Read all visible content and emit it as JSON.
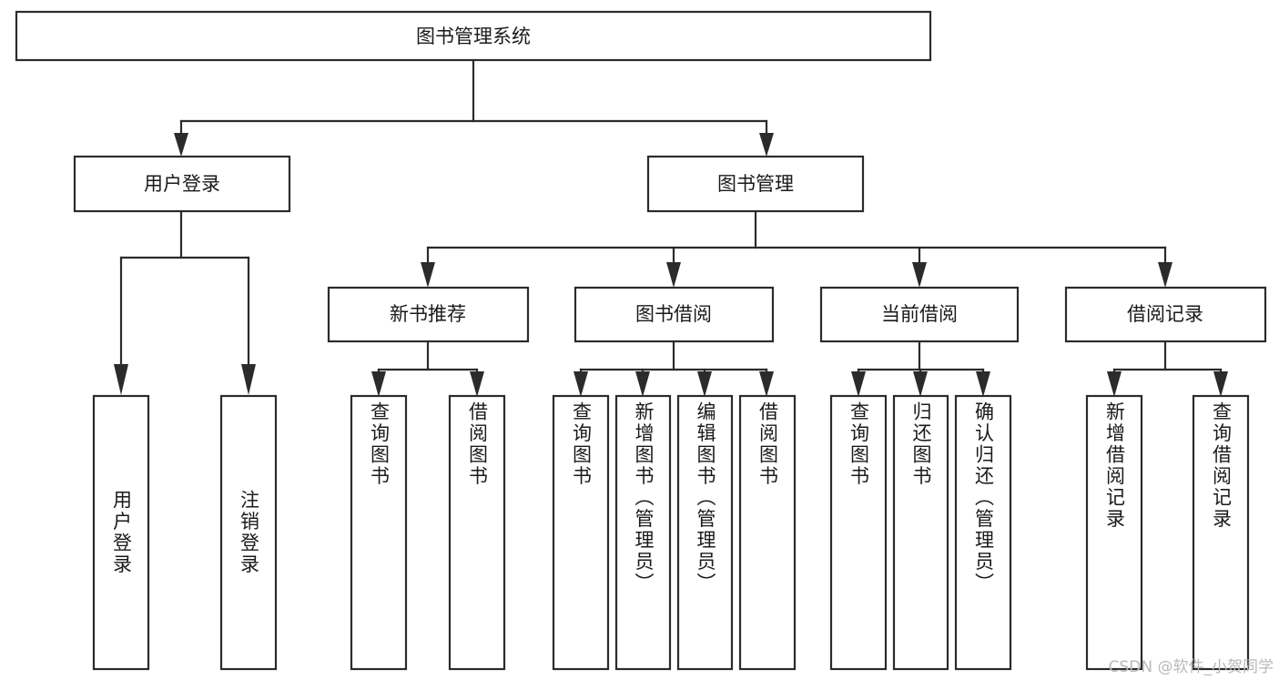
{
  "diagram": {
    "type": "tree",
    "title": "图书管理系统",
    "watermark": "CSDN @软件_小贺同学",
    "colors": {
      "box_stroke": "#2b2b2b",
      "box_fill": "#ffffff",
      "text": "#1a1a1a",
      "background": "#ffffff",
      "watermark": "#b9b9b9"
    },
    "nodes": {
      "root": {
        "label": "图书管理系统"
      },
      "level2": [
        {
          "label": "用户登录"
        },
        {
          "label": "图书管理"
        }
      ],
      "level3": [
        {
          "label": "新书推荐"
        },
        {
          "label": "图书借阅"
        },
        {
          "label": "当前借阅"
        },
        {
          "label": "借阅记录"
        }
      ],
      "leaves_user_login": [
        {
          "label": "用户登录"
        },
        {
          "label": "注销登录"
        }
      ],
      "leaves_new_book": [
        {
          "label": "查询图书"
        },
        {
          "label": "借阅图书"
        }
      ],
      "leaves_borrow": [
        {
          "label": "查询图书"
        },
        {
          "label": "新增图书（管理员）"
        },
        {
          "label": "编辑图书（管理员）"
        },
        {
          "label": "借阅图书"
        }
      ],
      "leaves_current": [
        {
          "label": "查询图书"
        },
        {
          "label": "归还图书"
        },
        {
          "label": "确认归还（管理员）"
        }
      ],
      "leaves_records": [
        {
          "label": "新增借阅记录"
        },
        {
          "label": "查询借阅记录"
        }
      ]
    }
  }
}
